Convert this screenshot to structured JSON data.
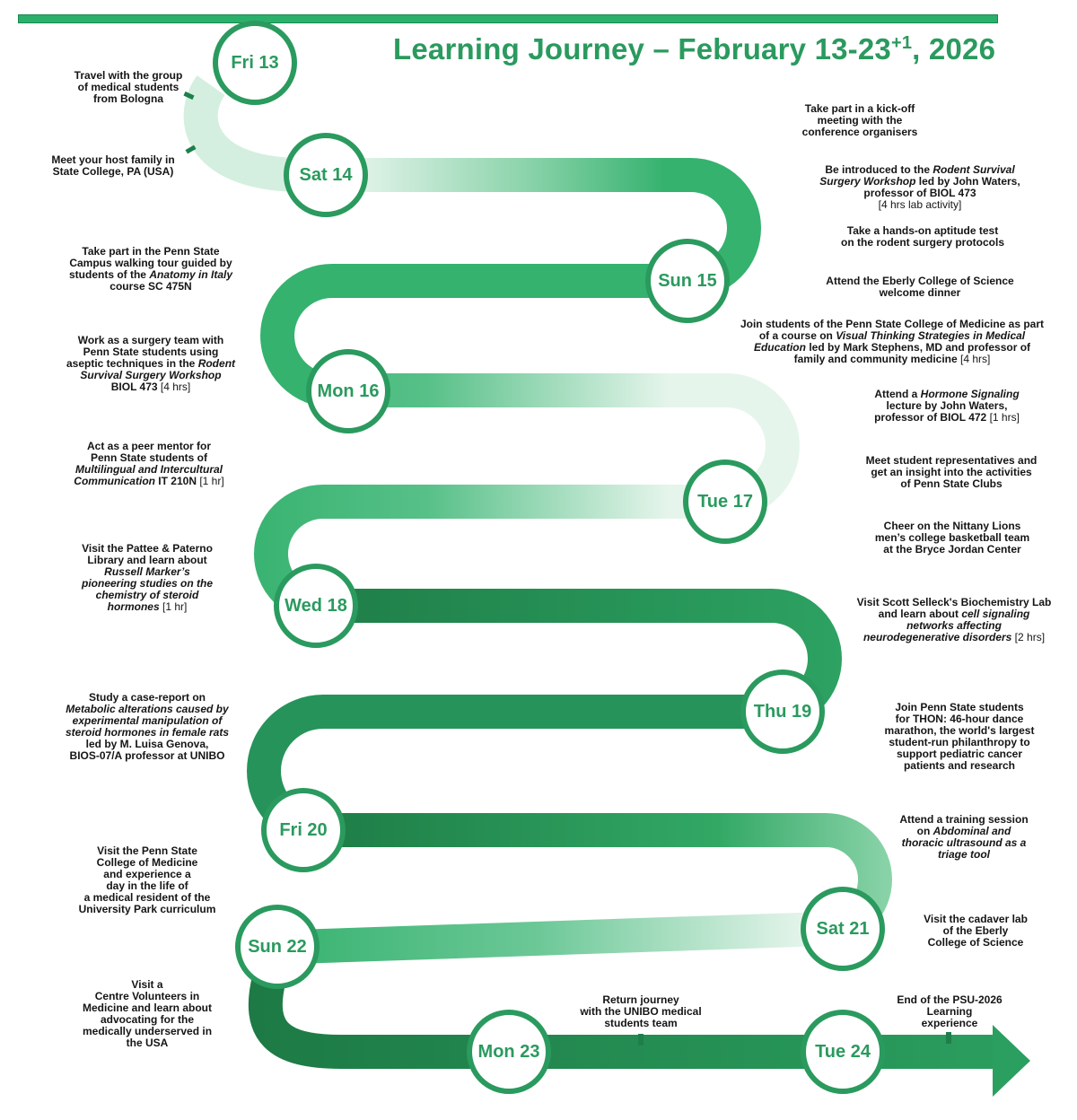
{
  "title": {
    "main": "Learning Journey – February 13-23",
    "sup": "+1",
    "tail": ", 2026"
  },
  "colors": {
    "accent": "#2a9a5e",
    "road_light": "#35b26e",
    "road_dark": "#1a7a45",
    "road_fade": "#e6f5ec"
  },
  "days": [
    {
      "id": "fri13",
      "label": "Fri 13"
    },
    {
      "id": "sat14",
      "label": "Sat 14"
    },
    {
      "id": "sun15",
      "label": "Sun 15"
    },
    {
      "id": "mon16",
      "label": "Mon 16"
    },
    {
      "id": "tue17",
      "label": "Tue 17"
    },
    {
      "id": "wed18",
      "label": "Wed 18"
    },
    {
      "id": "thu19",
      "label": "Thu 19"
    },
    {
      "id": "fri20",
      "label": "Fri 20"
    },
    {
      "id": "sat21",
      "label": "Sat 21"
    },
    {
      "id": "sun22",
      "label": "Sun 22"
    },
    {
      "id": "mon23",
      "label": "Mon 23"
    },
    {
      "id": "tue24",
      "label": "Tue 24"
    }
  ],
  "notes": [
    {
      "id": "travel",
      "lines": [
        [
          [
            "b",
            "Travel with the group"
          ]
        ],
        [
          [
            "b",
            "of medical students"
          ]
        ],
        [
          [
            "b",
            "from Bologna"
          ]
        ]
      ]
    },
    {
      "id": "host",
      "lines": [
        [
          [
            "b",
            "Meet your host family in"
          ]
        ],
        [
          [
            "b",
            "State College, PA (USA)"
          ]
        ]
      ]
    },
    {
      "id": "kickoff",
      "lines": [
        [
          [
            "b",
            "Take part in a kick-off"
          ]
        ],
        [
          [
            "b",
            "meeting with the"
          ]
        ],
        [
          [
            "b",
            "conference organisers"
          ]
        ]
      ]
    },
    {
      "id": "rodent",
      "lines": [
        [
          [
            "b",
            "Be introduced to the "
          ],
          [
            "i",
            "Rodent Survival"
          ]
        ],
        [
          [
            "i",
            "Surgery Workshop"
          ],
          [
            "b",
            " led by John Waters,"
          ]
        ],
        [
          [
            "b",
            "professor of BIOL 473"
          ]
        ],
        [
          [
            "n",
            "[4 hrs lab activity]"
          ]
        ]
      ]
    },
    {
      "id": "aptitude",
      "lines": [
        [
          [
            "b",
            "Take a hands-on aptitude test"
          ]
        ],
        [
          [
            "b",
            "on the rodent surgery protocols"
          ]
        ]
      ]
    },
    {
      "id": "campus",
      "lines": [
        [
          [
            "b",
            "Take part in the Penn State"
          ]
        ],
        [
          [
            "b",
            "Campus walking tour guided by"
          ]
        ],
        [
          [
            "b",
            "students of the "
          ],
          [
            "i",
            "Anatomy in Italy"
          ]
        ],
        [
          [
            "b",
            "course SC 475N"
          ]
        ]
      ]
    },
    {
      "id": "eberly",
      "lines": [
        [
          [
            "b",
            "Attend the Eberly College of Science"
          ]
        ],
        [
          [
            "b",
            "welcome dinner"
          ]
        ]
      ]
    },
    {
      "id": "vts",
      "lines": [
        [
          [
            "b",
            "Join students of the Penn State College of Medicine as part"
          ]
        ],
        [
          [
            "b",
            "of a course on "
          ],
          [
            "i",
            "Visual Thinking Strategies in Medical"
          ]
        ],
        [
          [
            "i",
            "Education"
          ],
          [
            "b",
            " led by Mark Stephens, MD and professor of"
          ]
        ],
        [
          [
            "b",
            "family and community medicine "
          ],
          [
            "n",
            "[4 hrs]"
          ]
        ]
      ]
    },
    {
      "id": "surgteam",
      "lines": [
        [
          [
            "b",
            "Work as a surgery team with"
          ]
        ],
        [
          [
            "b",
            "Penn State students using"
          ]
        ],
        [
          [
            "b",
            "aseptic techniques in the "
          ],
          [
            "i",
            "Rodent"
          ]
        ],
        [
          [
            "i",
            "Survival Surgery Workshop"
          ]
        ],
        [
          [
            "b",
            "BIOL 473 "
          ],
          [
            "n",
            "[4 hrs]"
          ]
        ]
      ]
    },
    {
      "id": "hormone",
      "lines": [
        [
          [
            "b",
            "Attend a "
          ],
          [
            "i",
            "Hormone Signaling"
          ]
        ],
        [
          [
            "b",
            "lecture by John Waters,"
          ]
        ],
        [
          [
            "b",
            "professor of BIOL 472 "
          ],
          [
            "n",
            "[1 hrs]"
          ]
        ]
      ]
    },
    {
      "id": "mentor",
      "lines": [
        [
          [
            "b",
            "Act as a peer mentor for"
          ]
        ],
        [
          [
            "b",
            "Penn State students of"
          ]
        ],
        [
          [
            "i",
            "Multilingual and Intercultural"
          ]
        ],
        [
          [
            "i",
            "Communication"
          ],
          [
            "b",
            " IT 210N "
          ],
          [
            "n",
            "[1 hr]"
          ]
        ]
      ]
    },
    {
      "id": "clubs",
      "lines": [
        [
          [
            "b",
            "Meet student representatives and"
          ]
        ],
        [
          [
            "b",
            "get an insight into the activities"
          ]
        ],
        [
          [
            "b",
            "of Penn State Clubs"
          ]
        ]
      ]
    },
    {
      "id": "nittany",
      "lines": [
        [
          [
            "b",
            "Cheer on the Nittany Lions"
          ]
        ],
        [
          [
            "b",
            "men’s college basketball team"
          ]
        ],
        [
          [
            "b",
            "at the Bryce Jordan Center"
          ]
        ]
      ]
    },
    {
      "id": "pattee",
      "lines": [
        [
          [
            "b",
            "Visit the Pattee & Paterno"
          ]
        ],
        [
          [
            "b",
            "Library and learn about"
          ]
        ],
        [
          [
            "i",
            "Russell Marker’s"
          ]
        ],
        [
          [
            "i",
            "pioneering studies on the"
          ]
        ],
        [
          [
            "i",
            "chemistry of steroid"
          ]
        ],
        [
          [
            "i",
            "hormones"
          ],
          [
            "n",
            " [1 hr]"
          ]
        ]
      ]
    },
    {
      "id": "selleck",
      "lines": [
        [
          [
            "b",
            "Visit Scott Selleck's Biochemistry Lab"
          ]
        ],
        [
          [
            "b",
            "and learn about "
          ],
          [
            "i",
            "cell signaling"
          ]
        ],
        [
          [
            "i",
            "networks affecting"
          ]
        ],
        [
          [
            "i",
            "neurodegenerative disorders"
          ],
          [
            "n",
            " [2 hrs]"
          ]
        ]
      ]
    },
    {
      "id": "casereport",
      "lines": [
        [
          [
            "b",
            "Study a case-report on"
          ]
        ],
        [
          [
            "i",
            "Metabolic alterations caused by"
          ]
        ],
        [
          [
            "i",
            "experimental manipulation of"
          ]
        ],
        [
          [
            "i",
            "steroid hormones in female rats"
          ]
        ],
        [
          [
            "b",
            "led by M. Luisa Genova,"
          ]
        ],
        [
          [
            "b",
            "BIOS-07/A professor at UNIBO"
          ]
        ]
      ]
    },
    {
      "id": "thon",
      "lines": [
        [
          [
            "b",
            "Join Penn State students"
          ]
        ],
        [
          [
            "b",
            "for THON: 46-hour dance"
          ]
        ],
        [
          [
            "b",
            "marathon, the world's largest"
          ]
        ],
        [
          [
            "b",
            "student-run philanthropy to"
          ]
        ],
        [
          [
            "b",
            "support pediatric cancer"
          ]
        ],
        [
          [
            "b",
            "patients and research"
          ]
        ]
      ]
    },
    {
      "id": "ultrasound",
      "lines": [
        [
          [
            "b",
            "Attend a training session"
          ]
        ],
        [
          [
            "b",
            "on "
          ],
          [
            "i",
            "Abdominal and"
          ]
        ],
        [
          [
            "i",
            "thoracic ultrasound as a"
          ]
        ],
        [
          [
            "i",
            "triage tool"
          ]
        ]
      ]
    },
    {
      "id": "medicine",
      "lines": [
        [
          [
            "b",
            "Visit the Penn State"
          ]
        ],
        [
          [
            "b",
            "College of Medicine"
          ]
        ],
        [
          [
            "b",
            "and experience a"
          ]
        ],
        [
          [
            "b",
            "day in the life of"
          ]
        ],
        [
          [
            "b",
            "a medical resident of the"
          ]
        ],
        [
          [
            "b",
            "University Park curriculum"
          ]
        ]
      ]
    },
    {
      "id": "cadaver",
      "lines": [
        [
          [
            "b",
            "Visit the cadaver lab"
          ]
        ],
        [
          [
            "b",
            "of the Eberly"
          ]
        ],
        [
          [
            "b",
            "College of Science"
          ]
        ]
      ]
    },
    {
      "id": "volunteers",
      "lines": [
        [
          [
            "b",
            "Visit a"
          ]
        ],
        [
          [
            "b",
            "Centre Volunteers in"
          ]
        ],
        [
          [
            "b",
            "Medicine and learn about"
          ]
        ],
        [
          [
            "b",
            "advocating for the"
          ]
        ],
        [
          [
            "b",
            "medically underserved in"
          ]
        ],
        [
          [
            "b",
            "the USA"
          ]
        ]
      ]
    },
    {
      "id": "return",
      "lines": [
        [
          [
            "b",
            "Return journey"
          ]
        ],
        [
          [
            "b",
            "with the UNIBO medical"
          ]
        ],
        [
          [
            "b",
            "students team"
          ]
        ]
      ]
    },
    {
      "id": "end",
      "lines": [
        [
          [
            "b",
            "End of the PSU-2026"
          ]
        ],
        [
          [
            "b",
            "Learning"
          ]
        ],
        [
          [
            "b",
            "experience"
          ]
        ]
      ]
    }
  ]
}
